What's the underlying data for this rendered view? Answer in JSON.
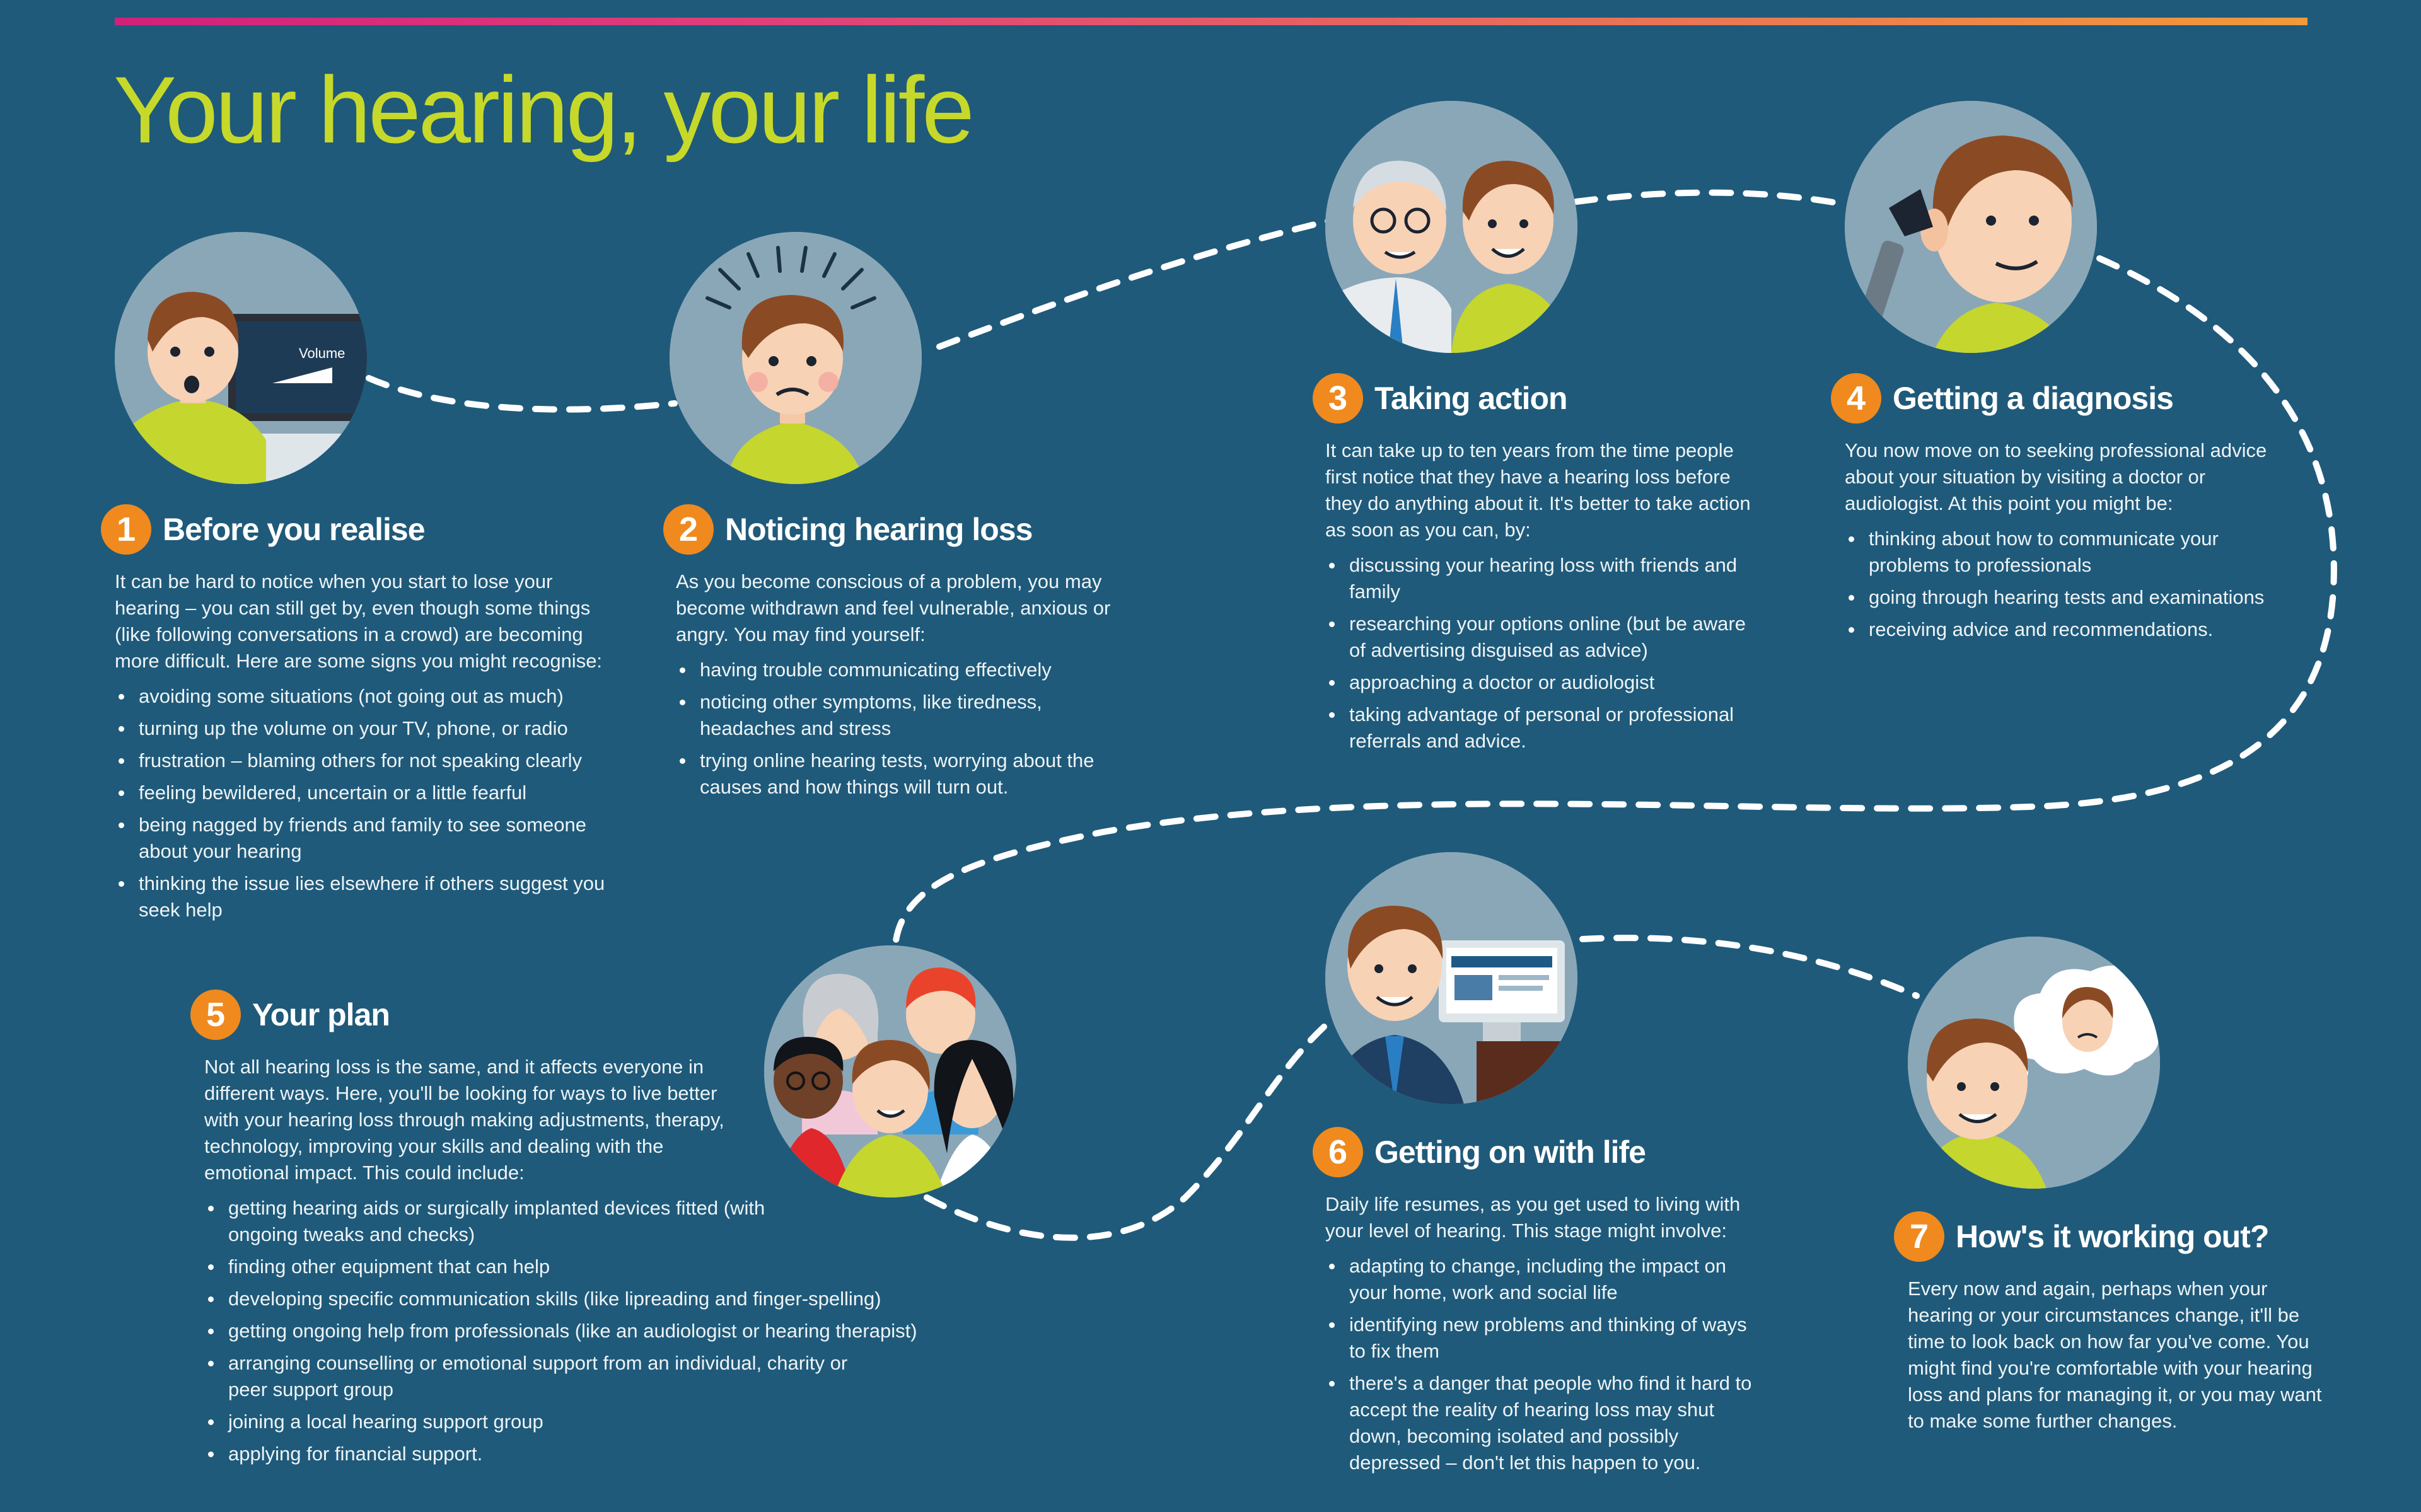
{
  "title": "Your hearing, your life",
  "colors": {
    "background": "#1f5a7a",
    "title": "#c6d92a",
    "accent_number": "#f08a1e",
    "path": "#ffffff",
    "top_bar_start": "#d0217a",
    "top_bar_end": "#f09a3a"
  },
  "avatar_screen_label": "Volume",
  "steps": [
    {
      "number": "1",
      "title": "Before you realise",
      "intro": "It can be hard to notice when you start to lose your hearing – you can still get by, even though some things (like following conversations in a crowd) are becoming more difficult. Here are some signs you might recognise:",
      "bullets": [
        "avoiding some situations (not going out as much)",
        "turning up the volume on your TV, phone, or radio",
        "frustration – blaming others for not speaking clearly",
        "feeling bewildered, uncertain or a little fearful",
        "being nagged by friends and family to see someone about your hearing",
        "thinking the issue lies elsewhere if others suggest you seek help"
      ]
    },
    {
      "number": "2",
      "title": "Noticing hearing loss",
      "intro": "As you become conscious of a problem, you may become withdrawn and feel vulnerable, anxious or angry. You may find yourself:",
      "bullets": [
        "having trouble communicating effectively",
        "noticing other symptoms, like tiredness, headaches and stress",
        "trying online hearing tests, worrying about the causes and how things will turn out."
      ]
    },
    {
      "number": "3",
      "title": "Taking action",
      "intro": "It can take up to ten years from the time people first notice that they have a hearing loss before they do anything about it. It's better to take action as soon as you can, by:",
      "bullets": [
        "discussing your hearing loss with friends and family",
        "researching your options online (but be aware of advertising disguised as advice)",
        "approaching a doctor or audiologist",
        "taking advantage of personal or professional referrals and advice."
      ]
    },
    {
      "number": "4",
      "title": "Getting a diagnosis",
      "intro": "You now move on to seeking professional advice about your situation by visiting a doctor or audiologist. At this point you might be:",
      "bullets": [
        "thinking about how to communicate your problems to professionals",
        "going through hearing tests and examinations",
        "receiving advice and recommendations."
      ]
    },
    {
      "number": "5",
      "title": "Your plan",
      "intro": "Not all hearing loss is the same, and it affects everyone in different ways. Here, you'll be looking for ways to live better with your hearing loss through making adjustments, therapy, technology, improving your skills and dealing with the emotional impact. This could include:",
      "bullets": [
        "getting hearing aids or surgically implanted devices fitted (with ongoing tweaks and checks)",
        "finding other equipment that can help",
        "developing specific communication skills (like lipreading and finger-spelling)",
        "getting ongoing help from professionals (like an audiologist or hearing therapist)",
        "arranging counselling or emotional support from an individual, charity or peer support group",
        "joining a local hearing support group",
        "applying for financial support."
      ]
    },
    {
      "number": "6",
      "title": "Getting on with life",
      "intro": "Daily life resumes, as you get used to living with your level of hearing. This stage might involve:",
      "bullets": [
        "adapting to change, including the impact on your home, work and social life",
        "identifying new problems and thinking of ways to fix them",
        "there's a danger that people who find it hard to accept the reality of hearing loss may shut down, becoming isolated and possibly depressed – don't let this happen to you."
      ]
    },
    {
      "number": "7",
      "title": "How's it working out?",
      "intro": "Every now and again, perhaps when your hearing or your circumstances change, it'll be time to look back on how far you've come. You might find you're comfortable with your hearing loss and plans for managing it, or you may want to make some further changes.",
      "bullets": []
    }
  ]
}
